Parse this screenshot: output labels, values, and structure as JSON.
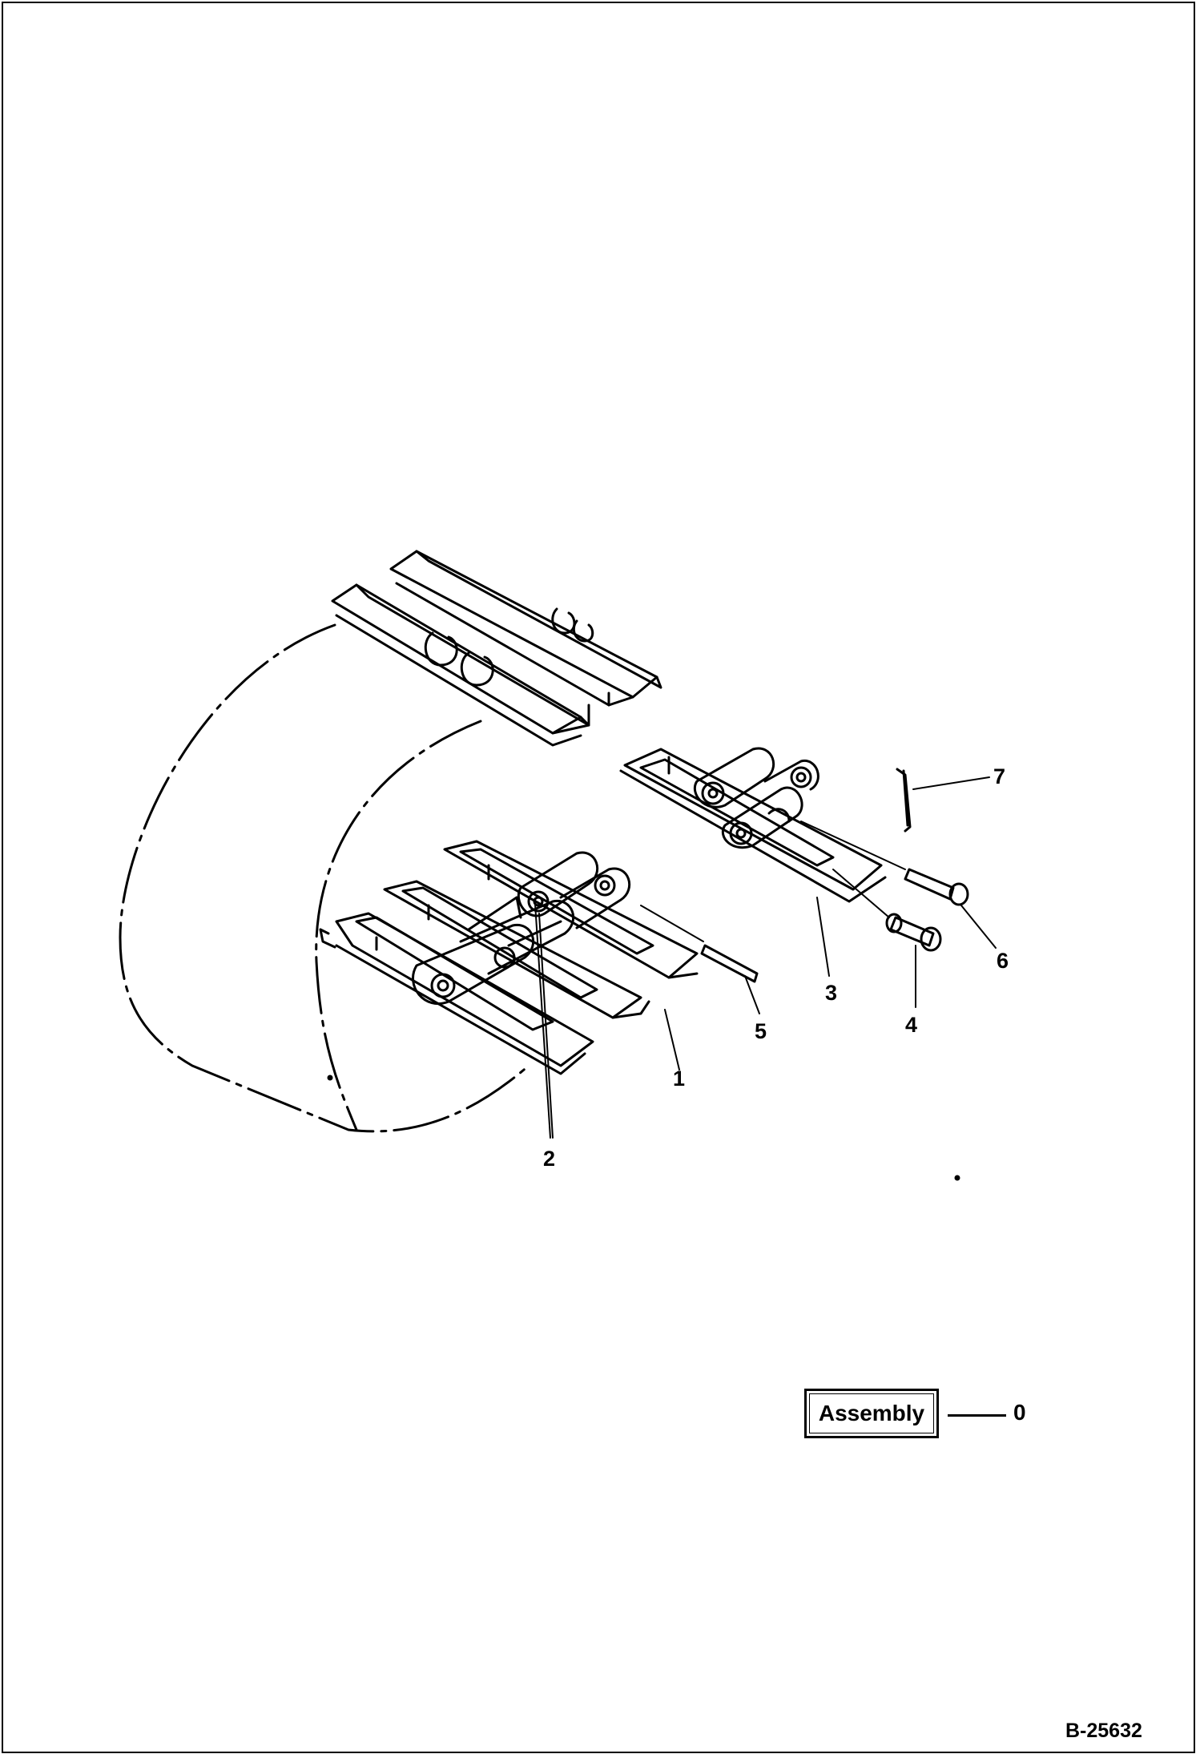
{
  "callouts": [
    {
      "label": "1"
    },
    {
      "label": "2"
    },
    {
      "label": "3"
    },
    {
      "label": "4"
    },
    {
      "label": "5"
    },
    {
      "label": "6"
    },
    {
      "label": "7"
    }
  ],
  "assembly": {
    "label": "Assembly",
    "number": "0"
  },
  "figure_id": "B-25632",
  "colors": {
    "ink": "#000000",
    "paper": "#ffffff"
  }
}
